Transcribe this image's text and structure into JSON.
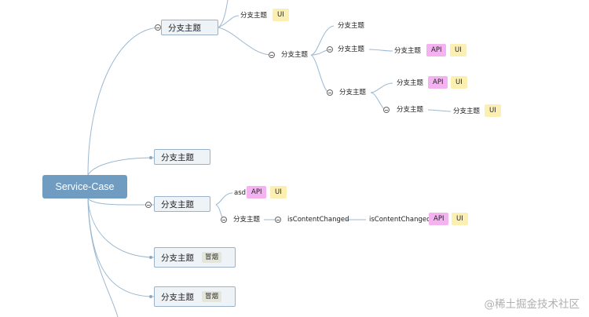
{
  "root": {
    "label": "Service-Case"
  },
  "topics": {
    "t1": "分支主题",
    "t2": "分支主题",
    "t3": "分支主题",
    "t4": "分支主题",
    "t5": "分支主题"
  },
  "labels": {
    "t1_ui_child": "分支主题",
    "t1_sub": "分支主题",
    "t1_sub_a": "分支主题",
    "t1_sub_b": "分支主题",
    "t1_sub_b_child": "分支主题",
    "t1_sub_c": "分支主题",
    "t1_sub_c_child1": "分支主题",
    "t1_sub_c_child2": "分支主题",
    "t1_sub_c_child2_leaf": "分支主题",
    "t3_asd": "asd",
    "t3_sub": "分支主题",
    "t3_sub_changed": "isContentChanged",
    "t3_sub_changed_leaf": "isContentChanged"
  },
  "tags": {
    "api": "API",
    "ui": "UI",
    "note": "冒烟"
  },
  "watermark": "@稀土掘金技术社区",
  "colors": {
    "root": "#6f9cc0",
    "topic_border": "#9bb3c8",
    "api": "#f4b3f0",
    "ui": "#fcefb2",
    "line": "#9bb8d2"
  }
}
